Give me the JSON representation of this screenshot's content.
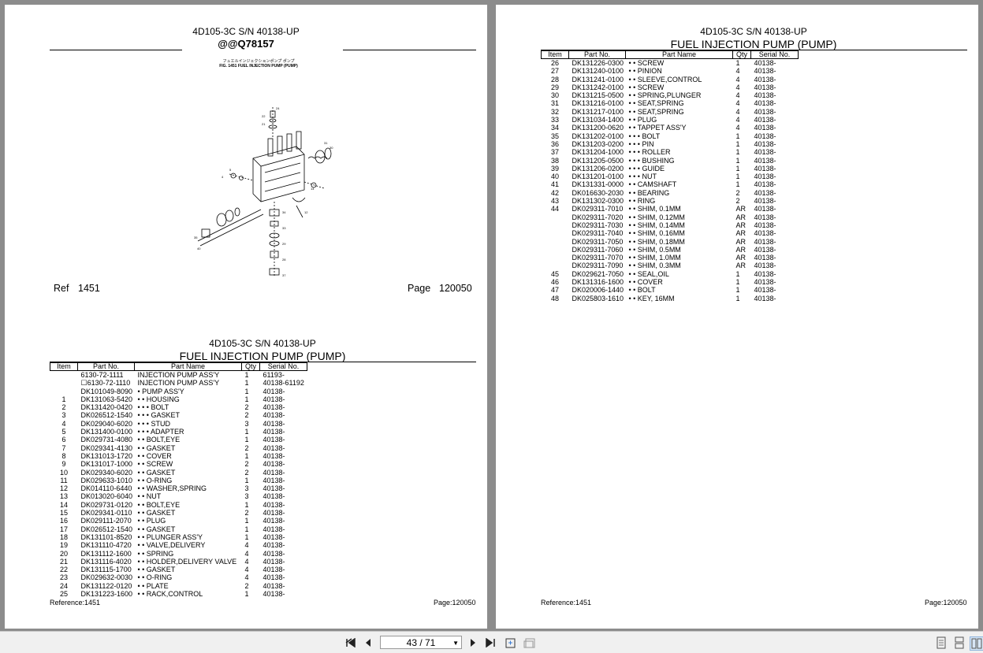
{
  "diagram_page": {
    "title": "4D105-3C S/N 40138-UP",
    "code": "@@Q78157",
    "caption_jp": "フュエルインジェクションポンプ ポンプ",
    "caption_en": "FIG. 1451 FUEL INJECTION PUMP (PUMP)",
    "ref_label": "Ref",
    "ref_value": "1451",
    "page_label": "Page",
    "page_value": "120050"
  },
  "table_left": {
    "title1": "4D105-3C S/N 40138-UP",
    "title2": "FUEL INJECTION PUMP (PUMP)",
    "headers": [
      "Item",
      "Part No.",
      "Part Name",
      "Qty",
      "Serial No."
    ],
    "rows": [
      [
        "",
        "6130-72-1111",
        "INJECTION PUMP ASS'Y",
        "1",
        "61193-"
      ],
      [
        "",
        "☐6130-72-1110",
        "INJECTION PUMP ASS'Y",
        "1",
        "40138-61192"
      ],
      [
        "",
        "DK101049-8090",
        "• PUMP ASS'Y",
        "1",
        "40138-"
      ],
      [
        "1",
        "DK131063-5420",
        "• • HOUSING",
        "1",
        "40138-"
      ],
      [
        "2",
        "DK131420-0420",
        "• • • BOLT",
        "2",
        "40138-"
      ],
      [
        "3",
        "DK026512-1540",
        "• • • GASKET",
        "2",
        "40138-"
      ],
      [
        "4",
        "DK029040-6020",
        "• • • STUD",
        "3",
        "40138-"
      ],
      [
        "5",
        "DK131400-0100",
        "• • • ADAPTER",
        "1",
        "40138-"
      ],
      [
        "6",
        "DK029731-4080",
        "• • BOLT,EYE",
        "1",
        "40138-"
      ],
      [
        "7",
        "DK029341-4130",
        "• • GASKET",
        "2",
        "40138-"
      ],
      [
        "8",
        "DK131013-1720",
        "• • COVER",
        "1",
        "40138-"
      ],
      [
        "9",
        "DK131017-1000",
        "• • SCREW",
        "2",
        "40138-"
      ],
      [
        "10",
        "DK029340-6020",
        "• • GASKET",
        "2",
        "40138-"
      ],
      [
        "11",
        "DK029633-1010",
        "• • O-RING",
        "1",
        "40138-"
      ],
      [
        "12",
        "DK014110-6440",
        "• • WASHER,SPRING",
        "3",
        "40138-"
      ],
      [
        "13",
        "DK013020-6040",
        "• • NUT",
        "3",
        "40138-"
      ],
      [
        "14",
        "DK029731-0120",
        "• • BOLT,EYE",
        "1",
        "40138-"
      ],
      [
        "15",
        "DK029341-0110",
        "• • GASKET",
        "2",
        "40138-"
      ],
      [
        "16",
        "DK029111-2070",
        "• • PLUG",
        "1",
        "40138-"
      ],
      [
        "17",
        "DK026512-1540",
        "• • GASKET",
        "1",
        "40138-"
      ],
      [
        "18",
        "DK131101-8520",
        "• • PLUNGER ASS'Y",
        "1",
        "40138-"
      ],
      [
        "19",
        "DK131110-4720",
        "• • VALVE,DELIVERY",
        "4",
        "40138-"
      ],
      [
        "20",
        "DK131112-1600",
        "• • SPRING",
        "4",
        "40138-"
      ],
      [
        "21",
        "DK131116-4020",
        "• • HOLDER,DELIVERY VALVE",
        "4",
        "40138-"
      ],
      [
        "22",
        "DK131115-1700",
        "• • GASKET",
        "4",
        "40138-"
      ],
      [
        "23",
        "DK029632-0030",
        "• • O-RING",
        "4",
        "40138-"
      ],
      [
        "24",
        "DK131122-0120",
        "• • PLATE",
        "2",
        "40138-"
      ],
      [
        "25",
        "DK131223-1600",
        "• • RACK,CONTROL",
        "1",
        "40138-"
      ]
    ],
    "footer_ref": "Reference:1451",
    "footer_page": "Page:120050"
  },
  "table_right": {
    "title1": "4D105-3C S/N 40138-UP",
    "title2": "FUEL INJECTION PUMP (PUMP)",
    "headers": [
      "Item",
      "Part No.",
      "Part Name",
      "Qty",
      "Serial No."
    ],
    "rows": [
      [
        "26",
        "DK131226-0300",
        "• • SCREW",
        "1",
        "40138-"
      ],
      [
        "27",
        "DK131240-0100",
        "• • PINION",
        "4",
        "40138-"
      ],
      [
        "28",
        "DK131241-0100",
        "• • SLEEVE,CONTROL",
        "4",
        "40138-"
      ],
      [
        "29",
        "DK131242-0100",
        "• • SCREW",
        "4",
        "40138-"
      ],
      [
        "30",
        "DK131215-0500",
        "• • SPRING,PLUNGER",
        "4",
        "40138-"
      ],
      [
        "31",
        "DK131216-0100",
        "• • SEAT,SPRING",
        "4",
        "40138-"
      ],
      [
        "32",
        "DK131217-0100",
        "• • SEAT,SPRING",
        "4",
        "40138-"
      ],
      [
        "33",
        "DK131034-1400",
        "• • PLUG",
        "4",
        "40138-"
      ],
      [
        "34",
        "DK131200-0620",
        "• • TAPPET ASS'Y",
        "4",
        "40138-"
      ],
      [
        "35",
        "DK131202-0100",
        "• • • BOLT",
        "1",
        "40138-"
      ],
      [
        "36",
        "DK131203-0200",
        "• • • PIN",
        "1",
        "40138-"
      ],
      [
        "37",
        "DK131204-1000",
        "• • • ROLLER",
        "1",
        "40138-"
      ],
      [
        "38",
        "DK131205-0500",
        "• • • BUSHING",
        "1",
        "40138-"
      ],
      [
        "39",
        "DK131206-0200",
        "• • • GUIDE",
        "1",
        "40138-"
      ],
      [
        "40",
        "DK131201-0100",
        "• • • NUT",
        "1",
        "40138-"
      ],
      [
        "41",
        "DK131331-0000",
        "• • CAMSHAFT",
        "1",
        "40138-"
      ],
      [
        "42",
        "DK016630-2030",
        "• • BEARING",
        "2",
        "40138-"
      ],
      [
        "43",
        "DK131302-0300",
        "• • RING",
        "2",
        "40138-"
      ],
      [
        "44",
        "DK029311-7010",
        "• • SHIM, 0.1MM",
        "AR",
        "40138-"
      ],
      [
        "",
        "DK029311-7020",
        "• • SHIM, 0.12MM",
        "AR",
        "40138-"
      ],
      [
        "",
        "DK029311-7030",
        "• • SHIM, 0.14MM",
        "AR",
        "40138-"
      ],
      [
        "",
        "DK029311-7040",
        "• • SHIM, 0.16MM",
        "AR",
        "40138-"
      ],
      [
        "",
        "DK029311-7050",
        "• • SHIM, 0.18MM",
        "AR",
        "40138-"
      ],
      [
        "",
        "DK029311-7060",
        "• • SHIM, 0.5MM",
        "AR",
        "40138-"
      ],
      [
        "",
        "DK029311-7070",
        "• • SHIM, 1.0MM",
        "AR",
        "40138-"
      ],
      [
        "",
        "DK029311-7090",
        "• • SHIM, 0.3MM",
        "AR",
        "40138-"
      ],
      [
        "45",
        "DK029621-7050",
        "• • SEAL,OIL",
        "1",
        "40138-"
      ],
      [
        "46",
        "DK131316-1600",
        "• • COVER",
        "1",
        "40138-"
      ],
      [
        "47",
        "DK020006-1440",
        "• • BOLT",
        "1",
        "40138-"
      ],
      [
        "48",
        "DK025803-1610",
        "• • KEY, 16MM",
        "1",
        "40138-"
      ]
    ],
    "footer_ref": "Reference:1451",
    "footer_page": "Page:120050"
  },
  "toolbar": {
    "page_indicator": "43 / 71",
    "icons": [
      "first-page-icon",
      "prev-page-icon",
      "next-page-icon",
      "last-page-icon",
      "fit-page-icon",
      "fit-width-icon",
      "single-page-view-icon",
      "continuous-view-icon",
      "facing-view-icon"
    ]
  }
}
